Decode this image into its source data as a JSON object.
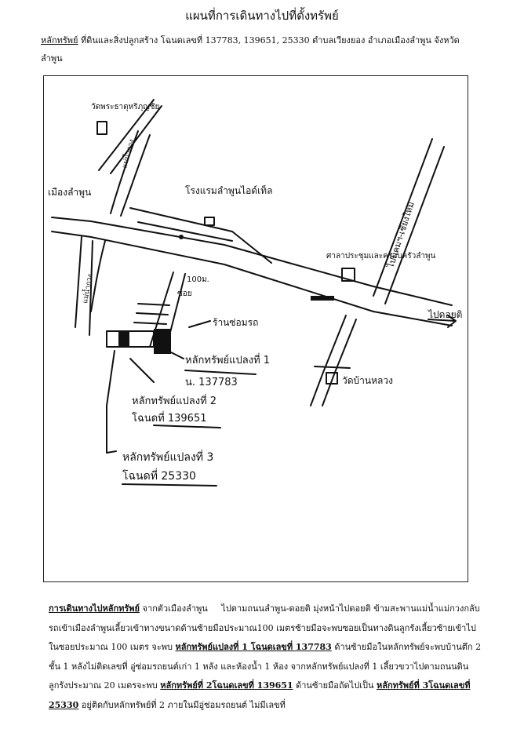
{
  "title": "แผนที่การเดินทางไปที่ตั้งทรัพย์",
  "asset": {
    "label": "หลักทรัพย์",
    "text": "ที่ดินและสิ่งปลูกสร้าง โฉนดเลขที่ 137783, 139651, 25330 ตำบลเวียงยอง อำเภอเมืองลำพูน จังหวัดลำพูน"
  },
  "map": {
    "labels": {
      "temple_top": "วัดพระธาตุหริภุญชัย",
      "city": "เมืองลำพูน",
      "river": "แม่น้ำกวง",
      "river2": "แม่น้ำกวง",
      "hotel": "โรงแรมลำพูนไอด์เท็ล",
      "school": "ศาลาประชุมและครอบครัวลำพูน",
      "to_doi_ti_road": "ไปนิคมฯ-เชียงใหม่",
      "to_doi_ti": "ไปดอยติ",
      "distance": "100ม.",
      "road_small": "ซอย",
      "repair_shop": "ร้านซ่อมรถ",
      "plot1": "หลักทรัพย์แปลงที่ 1",
      "plot1_deed": "น. 137783",
      "plot2": "หลักทรัพย์แปลงที่ 2",
      "plot2_deed": "โฉนดที่ 139651",
      "plot3": "หลักทรัพย์แปลงที่ 3",
      "plot3_deed": "โฉนดที่ 25330",
      "temple_bottom": "วัดบ้านหลวง"
    }
  },
  "directions": {
    "heading": "การเดินทางไปหลักทรัพย์",
    "p1": "จากตัวเมืองลำพูน",
    "p2": "ไปตามถนนลำพูน-ดอยติ มุ่งหน้าไปดอยติ ข้ามสะพานแม่น้ำแม่กวงกลับรถเข้าเมืองลำพูนเลี้ยวเข้าทางขนาดด้านซ้ายมือประมาณ100 เมตรซ้ายมือจะพบซอยเป็นทางดินลูกรังเลี้ยวซ้ายเข้าไปในซอยประมาณ 100 เมตร จะพบ",
    "b1": "หลักทรัพย์แปลงที่ 1 โฉนดเลขที่ 137783",
    "p3": "ด้านซ้ายมือในหลักทรัพย์จะพบบ้านตึก 2 ชั้น 1 หลังไม่ติดเลขที่ อู่ซ่อมรถยนต์เก่า 1 หลัง และห้องน้ำ 1 ห้อง จากหลักทรัพย์แปลงที่ 1 เลี้ยวขวาไปตามถนนดินลูกรังประมาณ 20 เมตรจะพบ",
    "b2": "หลักทรัพย์ที่ 2โฉนดเลขที่ 139651",
    "p4": "ด้านซ้ายมือถัดไปเป็น",
    "b3": "หลักทรัพย์ที่ 3โฉนดเลขที่ 25330",
    "p5": "อยู่ติดกับหลักทรัพย์ที่ 2 ภายในมีอู่ซ่อมรถยนต์ ไม่มีเลขที่"
  }
}
